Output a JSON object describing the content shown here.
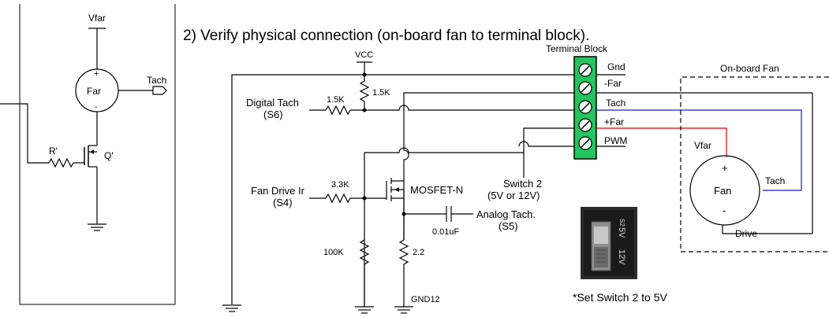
{
  "step_heading": "2)  Verify physical connection (on-board fan to terminal block).",
  "left_schematic": {
    "supply_label": "Vfar",
    "fan_label": "Far",
    "plus_sign": "+",
    "minus_sign": "-",
    "tach_label": "Tach",
    "resistor_label": "R'",
    "transistor_label": "Q'"
  },
  "main_schematic": {
    "vcc_label": "VCC",
    "pullup_resistor_label": "1.5K",
    "series_resistor_label": "1.5K",
    "digital_tach_label": "Digital Tach",
    "digital_tach_signal": "(S6)",
    "fan_drive_label": "Fan Drive Ir",
    "fan_drive_signal": "(S4)",
    "gate_resistor_label": "3.3K",
    "mosfet_label": "MOSFET-N",
    "capacitor_label": "0.01uF",
    "analog_tach_label": "Analog Tach.",
    "analog_tach_signal": "(S5)",
    "switch_label": "Switch 2",
    "switch_options": "(5V or 12V)",
    "pulldown_resistor_label": "100K",
    "sense_resistor_label": "2.2",
    "ground_label": "GND12"
  },
  "terminal_block": {
    "title": "Terminal Block",
    "pins": [
      "Gnd",
      "-Far",
      "Tach",
      "+Far",
      "PWM"
    ],
    "color": "#22c55e"
  },
  "onboard_fan": {
    "title": "On-board Fan",
    "fan_label": "Fan",
    "supply_label": "Vfar",
    "plus_sign": "+",
    "minus_sign": "-",
    "tach_label": "Tach",
    "drive_label": "Drive"
  },
  "switch_photo": {
    "markings": [
      "S2",
      "5V",
      "12V"
    ]
  },
  "note": "*Set Switch 2 to 5V",
  "wire_colors": {
    "default": "#000000",
    "fan_plus": "#dd0000",
    "tach": "#1a1acc"
  }
}
